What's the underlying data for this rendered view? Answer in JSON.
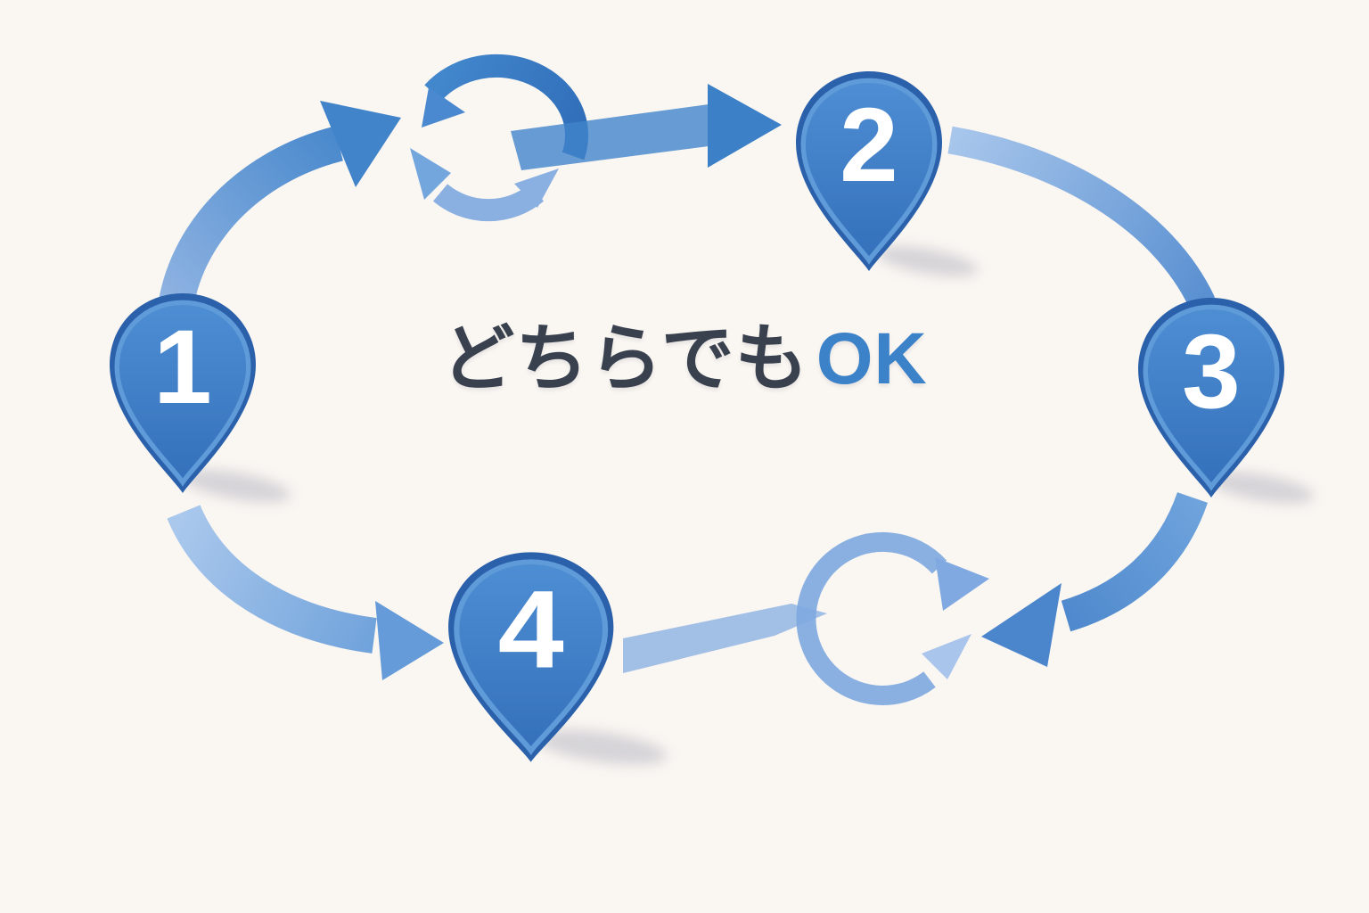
{
  "background_color": "#faf6f2",
  "center_text": {
    "kana": "どちらでも",
    "emphasis": "OK",
    "kana_color": "#39414f",
    "emphasis_color": "#3c82c8"
  },
  "pins": [
    {
      "label": "1",
      "position": "left"
    },
    {
      "label": "2",
      "position": "top"
    },
    {
      "label": "3",
      "position": "right"
    },
    {
      "label": "4",
      "position": "bottom"
    }
  ],
  "pin_colors": {
    "body_top": "#4e8ed3",
    "body_bottom": "#3470bb",
    "border": "#2b61ab",
    "rim": "#5f9bd8",
    "number": "#ffffff"
  },
  "arrow_colors": {
    "dark": "#3c80c8",
    "medium": "#5d93d4",
    "light": "#8ab0e2",
    "pale": "#a9c5ec"
  },
  "cycle_icons": [
    {
      "name": "cycle-top",
      "meaning": "refresh-cycle-icon"
    },
    {
      "name": "cycle-bottom",
      "meaning": "refresh-cycle-icon"
    }
  ],
  "connections": [
    {
      "from": "pin-1",
      "to": "cycle-top",
      "direction": "up-right"
    },
    {
      "from": "cycle-top",
      "to": "pin-2",
      "direction": "right"
    },
    {
      "from": "pin-2",
      "to": "pin-3",
      "direction": "down-right"
    },
    {
      "from": "pin-3",
      "to": "cycle-bottom",
      "direction": "down-left"
    },
    {
      "from": "pin-1",
      "to": "pin-4",
      "direction": "down-right"
    },
    {
      "from": "pin-4",
      "to": "cycle-bottom",
      "direction": "right"
    }
  ]
}
